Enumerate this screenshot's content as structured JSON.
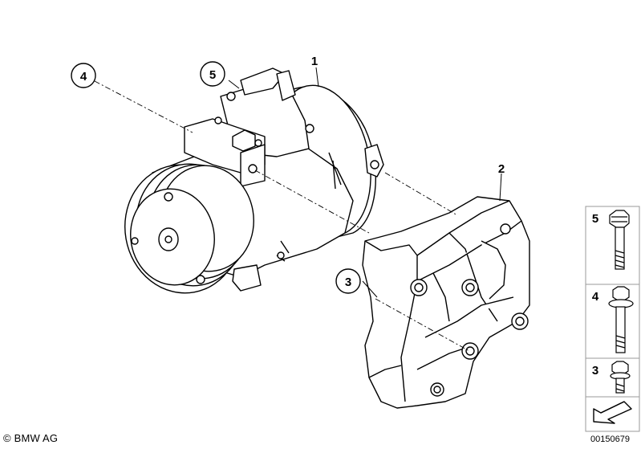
{
  "callouts": {
    "c1": "1",
    "c2": "2",
    "c3": "3",
    "c4": "4",
    "c5": "5"
  },
  "legend": {
    "items": [
      {
        "number": "5",
        "part": "long-bolt-icon"
      },
      {
        "number": "4",
        "part": "flange-bolt-icon"
      },
      {
        "number": "3",
        "part": "short-bolt-icon"
      }
    ]
  },
  "footer": {
    "copyright": "© BMW AG",
    "diagram_id": "00150679"
  },
  "icons": {
    "nav": "arrow-down-left-icon"
  },
  "colors": {
    "line": "#000000",
    "panel_border": "#9a9a9a",
    "background": "#ffffff"
  }
}
